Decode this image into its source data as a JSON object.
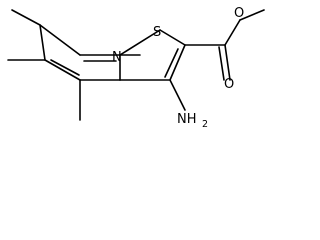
{
  "molecule": {
    "atom_labels": {
      "nitrogen_ring": "N",
      "sulfur_ring": "S",
      "oxygen_carbonyl": "O",
      "oxygen_ester": "O",
      "amino_main": "NH",
      "amino_subscript": "2"
    }
  }
}
